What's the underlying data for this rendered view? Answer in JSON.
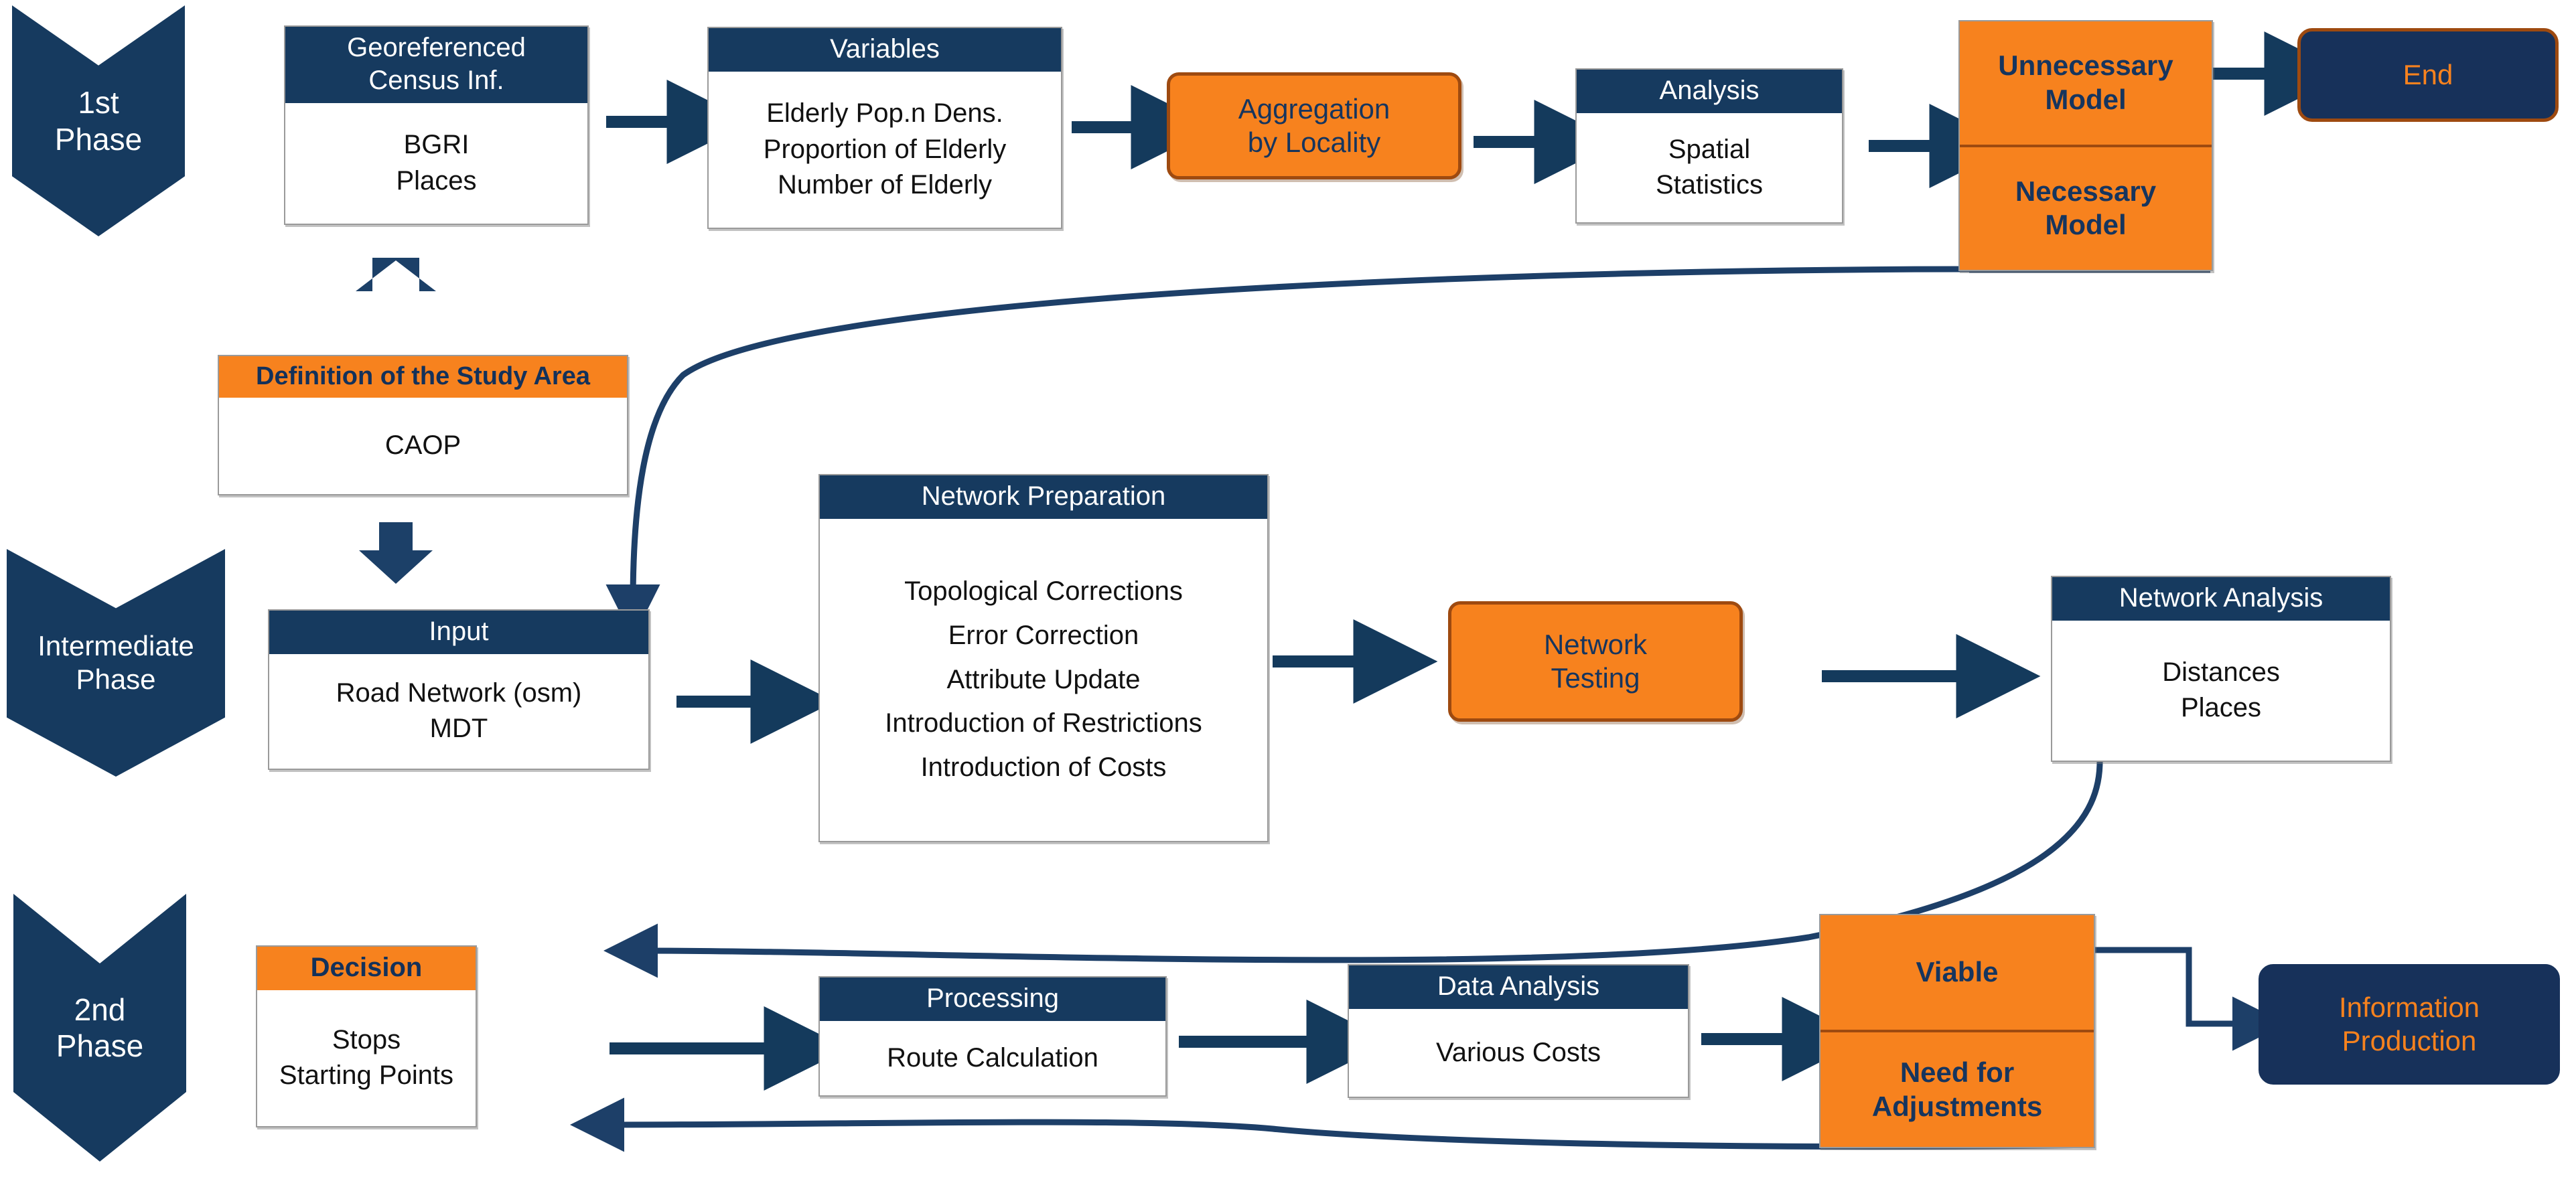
{
  "diagram": {
    "title": "Methodological flowchart",
    "colors": {
      "navy": "#163A5F",
      "orange": "#F7821E",
      "orange_border": "#9E4A10",
      "box_border": "#9A9A9A",
      "white": "#FFFFFF"
    }
  },
  "phases": [
    {
      "id": "phase-1",
      "label_line1": "1st",
      "label_line2": "Phase"
    },
    {
      "id": "phase-intermediate",
      "label_line1": "Intermediate",
      "label_line2": "Phase"
    },
    {
      "id": "phase-2",
      "label_line1": "2nd",
      "label_line2": "Phase"
    }
  ],
  "nodes": {
    "georeferenced_census": {
      "header_line1": "Georeferenced",
      "header_line2": "Census Inf.",
      "items": [
        "BGRI",
        "Places"
      ]
    },
    "variables": {
      "header": "Variables",
      "items": [
        "Elderly Pop.n Dens.",
        "Proportion of Elderly",
        "Number of Elderly"
      ]
    },
    "aggregation": {
      "line1": "Aggregation",
      "line2": "by Locality"
    },
    "analysis": {
      "header": "Analysis",
      "items": [
        "Spatial",
        "Statistics"
      ]
    },
    "model_decision": {
      "option_1_line1": "Unnecessary",
      "option_1_line2": "Model",
      "option_2_line1": "Necessary",
      "option_2_line2": "Model"
    },
    "end": {
      "label": "End"
    },
    "study_area": {
      "header": "Definition of the Study Area",
      "items": [
        "CAOP"
      ]
    },
    "input": {
      "header": "Input",
      "items": [
        "Road Network (osm)",
        "MDT"
      ]
    },
    "network_preparation": {
      "header": "Network Preparation",
      "items": [
        "Topological Corrections",
        "Error Correction",
        "Attribute Update",
        "Introduction of Restrictions",
        "Introduction of Costs"
      ]
    },
    "network_testing": {
      "line1": "Network",
      "line2": "Testing"
    },
    "network_analysis": {
      "header": "Network Analysis",
      "items": [
        "Distances",
        "Places"
      ]
    },
    "decision": {
      "header": "Decision",
      "items": [
        "Stops",
        "Starting Points"
      ]
    },
    "processing": {
      "header": "Processing",
      "items": [
        "Route Calculation"
      ]
    },
    "data_analysis": {
      "header": "Data Analysis",
      "items": [
        "Various Costs"
      ]
    },
    "viability_decision": {
      "option_1": "Viable",
      "option_2_line1": "Need for",
      "option_2_line2": "Adjustments"
    },
    "information_production": {
      "line1": "Information",
      "line2": "Production"
    }
  }
}
